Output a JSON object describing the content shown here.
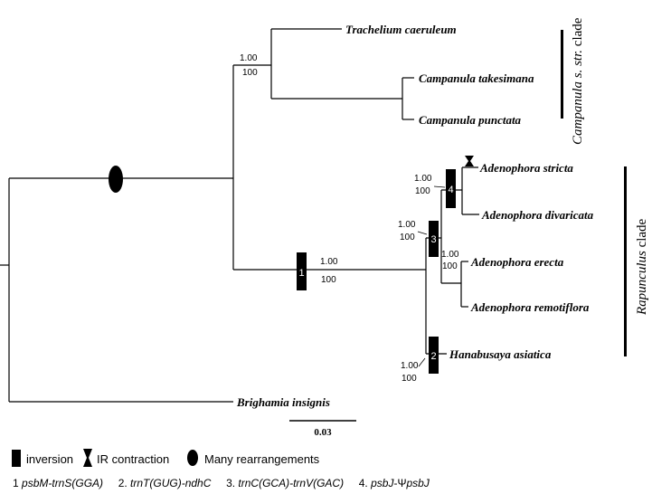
{
  "taxa": {
    "trachelium": "Trachelium caeruleum",
    "takesimana": "Campanula takesimana",
    "punctata": "Campanula punctata",
    "stricta": "Adenophora stricta",
    "divaricata": "Adenophora divaricata",
    "erecta": "Adenophora erecta",
    "remotiflora": "Adenophora remotiflora",
    "hanabusaya": "Hanabusaya asiatica",
    "brighamia": "Brighamia insignis"
  },
  "support": {
    "campanula": {
      "pp": "1.00",
      "bs": "100"
    },
    "rapunculus": {
      "pp": "1.00",
      "bs": "100"
    },
    "adenophora_all": {
      "pp": "1.00",
      "bs": "100"
    },
    "stricta_divaricata": {
      "pp": "1.00",
      "bs": "100"
    },
    "erecta_remotiflora": {
      "pp": "1.00",
      "bs": "100"
    },
    "hanabusaya": {
      "pp": "1.00",
      "bs": "100"
    }
  },
  "events": {
    "e1": "1",
    "e2": "2",
    "e3": "3",
    "e4": "4"
  },
  "clades": {
    "campanula_a": "Campanula s. str.",
    "campanula_b": " clade",
    "rapunculus_a": "Rapunculus",
    "rapunculus_b": " clade"
  },
  "scale": {
    "label": "0.03"
  },
  "legend": {
    "inversion": "inversion",
    "ir": "IR contraction",
    "many": "Many rearrangements"
  },
  "key": {
    "k1_num": "1 ",
    "k1_name": "psbM-trnS(GGA)",
    "k2_num": "2. ",
    "k2_name": "trnT(GUG)-ndhC",
    "k3_num": "3. ",
    "k3_name": "trnC(GCA)-trnV(GAC)",
    "k4_num": "4. ",
    "k4_a": "psbJ",
    "k4_b": "-Ψ",
    "k4_c": "psbJ"
  }
}
